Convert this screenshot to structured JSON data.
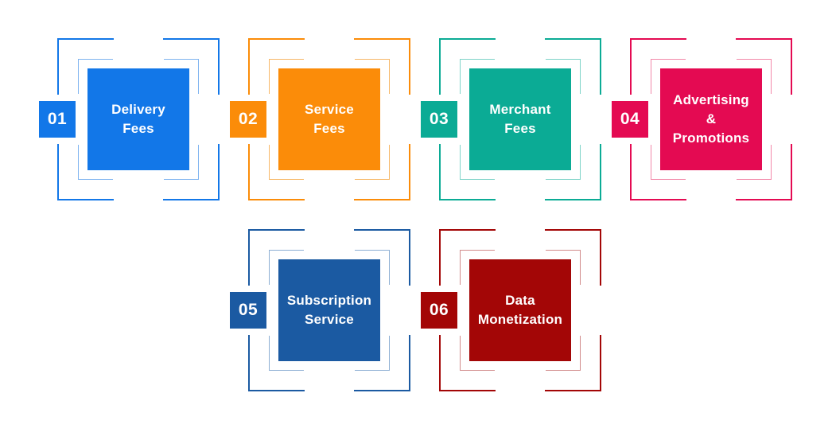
{
  "background_color": "#FFFFFF",
  "text_color": "#FFFFFF",
  "items": [
    {
      "number": "01",
      "lines": [
        "Delivery",
        "Fees"
      ],
      "color": "#1277E8",
      "light_color": "#7FB4F0",
      "row": 0,
      "col": 0
    },
    {
      "number": "02",
      "lines": [
        "Service",
        "Fees"
      ],
      "color": "#FB8C09",
      "light_color": "#F7B766",
      "row": 0,
      "col": 1
    },
    {
      "number": "03",
      "lines": [
        "Merchant",
        "Fees"
      ],
      "color": "#0BAB95",
      "light_color": "#7ED3C8",
      "row": 0,
      "col": 2
    },
    {
      "number": "04",
      "lines": [
        "Advertising",
        "&",
        "Promotions"
      ],
      "color": "#E40A52",
      "light_color": "#F288A9",
      "row": 0,
      "col": 3
    },
    {
      "number": "05",
      "lines": [
        "Subscription",
        "Service"
      ],
      "color": "#1B5AA2",
      "light_color": "#8CAED3",
      "row": 1,
      "col": 1
    },
    {
      "number": "06",
      "lines": [
        "Data",
        "Monetization"
      ],
      "color": "#A30606",
      "light_color": "#D18A8A",
      "row": 1,
      "col": 2
    }
  ]
}
